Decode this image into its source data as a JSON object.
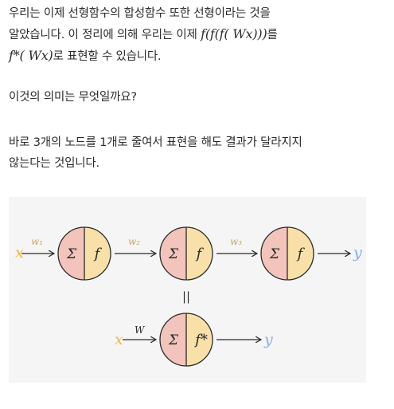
{
  "text": {
    "p1_line1": "우리는 이제 선형함수의 합성함수 또한 선형이라는 것을",
    "p1_line2_a": "알았습니다. 이 정리에 의해 우리는 이제",
    "p1_line2_math": "f(f(f( Wx)))",
    "p1_line2_b": "를",
    "p1_line3_math": "f*( Wx)",
    "p1_line3_b": "로 표현할 수 있습니다.",
    "p2": "이것의 의미는 무엇일까요?",
    "p3_line1": "바로 3개의 노드를 1개로 줄여서 표현을 해도 결과가 달라지지",
    "p3_line2": "않는다는 것입니다."
  },
  "figure": {
    "colors": {
      "sum_half": "#f2c4bc",
      "act_half": "#f8e0a8",
      "io": "#f0b64a",
      "output": "#8aaee0",
      "weight": "#c6a36a",
      "edge": "#2a2a2a"
    },
    "top_row": {
      "input": "x",
      "weights": [
        "w₁",
        "w₂",
        "w₃"
      ],
      "nodes": [
        {
          "sum": "Σ",
          "act": "f"
        },
        {
          "sum": "Σ",
          "act": "f"
        },
        {
          "sum": "Σ",
          "act": "f"
        }
      ],
      "output": "y"
    },
    "equals": "||",
    "bottom_row": {
      "input": "x",
      "weight": "W",
      "node": {
        "sum": "Σ",
        "act": "f*"
      },
      "output": "y"
    }
  }
}
